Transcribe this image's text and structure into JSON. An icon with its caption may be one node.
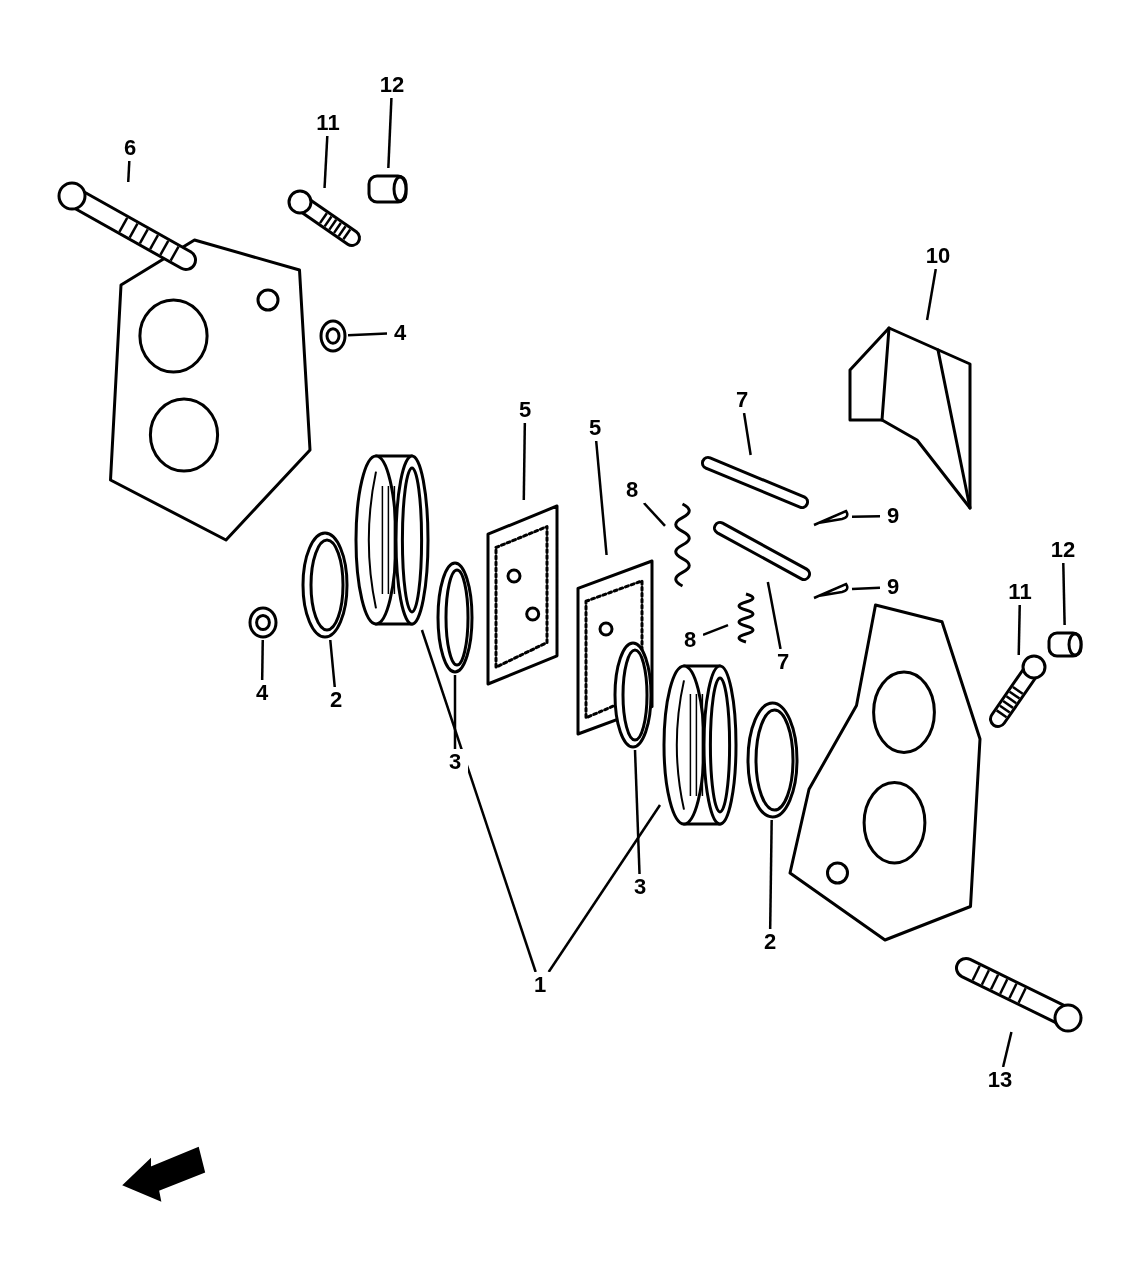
{
  "diagram": {
    "nodes": [
      {
        "text": [
          "12"
        ]
      },
      {
        "text": [
          "11"
        ]
      },
      {
        "text": [
          "6"
        ]
      },
      {
        "text": [
          "4"
        ]
      },
      {
        "text": [
          "10"
        ]
      },
      {
        "text": [
          "5"
        ]
      },
      {
        "text": [
          "5"
        ]
      },
      {
        "text": [
          "7"
        ]
      },
      {
        "text": [
          "8"
        ]
      },
      {
        "text": [
          "9"
        ]
      },
      {
        "text": [
          "8"
        ]
      },
      {
        "text": [
          "7"
        ]
      },
      {
        "text": [
          "9"
        ]
      },
      {
        "text": [
          "12"
        ]
      },
      {
        "text": [
          "11"
        ]
      },
      {
        "text": [
          "4"
        ]
      },
      {
        "text": [
          "2"
        ]
      },
      {
        "text": [
          "3"
        ]
      },
      {
        "text": [
          "1"
        ]
      },
      {
        "text": [
          "3"
        ]
      },
      {
        "text": [
          "2"
        ]
      },
      {
        "text": [
          "13"
        ]
      },
      {
        "text": [],
        "shape": "picture"
      },
      {
        "text": [],
        "shape": "picture"
      },
      {
        "text": [],
        "shape": "picture"
      },
      {
        "text": [],
        "shape": "picture"
      },
      {
        "text": [],
        "shape": "picture"
      },
      {
        "text": [],
        "shape": "picture"
      },
      {
        "text": [],
        "shape": "picture"
      },
      {
        "text": [],
        "shape": "picture"
      },
      {
        "text": [],
        "shape": "picture"
      },
      {
        "text": [],
        "shape": "picture"
      },
      {
        "text": [],
        "shape": "picture"
      },
      {
        "text": [],
        "shape": "picture"
      },
      {
        "text": [],
        "shape": "picture"
      },
      {
        "text": [],
        "shape": "picture"
      },
      {
        "text": [],
        "shape": "picture"
      },
      {
        "text": [],
        "shape": "picture"
      },
      {
        "text": [],
        "shape": "picture"
      },
      {
        "text": [],
        "shape": "picture"
      },
      {
        "text": [],
        "shape": "picture"
      },
      {
        "text": [],
        "shape": "picture"
      },
      {
        "text": [],
        "shape": "picture"
      },
      {
        "text": [],
        "shape": "picture"
      },
      {
        "text": [],
        "shape": "picture"
      }
    ],
    "edges": [
      {
        "from": 0,
        "to": 22,
        "arrow": "none"
      },
      {
        "from": 1,
        "to": 23,
        "arrow": "none"
      },
      {
        "from": 2,
        "to": 24,
        "arrow": "none"
      },
      {
        "from": 3,
        "to": 25,
        "arrow": "none"
      },
      {
        "from": 4,
        "to": 26,
        "arrow": "none"
      },
      {
        "from": 5,
        "to": 27,
        "arrow": "none"
      },
      {
        "from": 6,
        "to": 28,
        "arrow": "none"
      },
      {
        "from": 7,
        "to": 29,
        "arrow": "none"
      },
      {
        "from": 8,
        "to": 30,
        "arrow": "none"
      },
      {
        "from": 9,
        "to": 31,
        "arrow": "none"
      },
      {
        "from": 10,
        "to": 33,
        "arrow": "none"
      },
      {
        "from": 11,
        "to": 32,
        "arrow": "none"
      },
      {
        "from": 12,
        "to": 34,
        "arrow": "none"
      },
      {
        "from": 13,
        "to": 35,
        "arrow": "none"
      },
      {
        "from": 14,
        "to": 36,
        "arrow": "none"
      },
      {
        "from": 15,
        "to": 37,
        "arrow": "none"
      },
      {
        "from": 16,
        "to": 38,
        "arrow": "none"
      },
      {
        "from": 17,
        "to": 40,
        "arrow": "none"
      },
      {
        "from": 18,
        "to": 39,
        "arrow": "none"
      },
      {
        "from": 18,
        "to": 42,
        "arrow": "none"
      },
      {
        "from": 19,
        "to": 41,
        "arrow": "none"
      },
      {
        "from": 20,
        "to": 43,
        "arrow": "none"
      },
      {
        "from": 21,
        "to": 44,
        "arrow": "none"
      }
    ]
  }
}
